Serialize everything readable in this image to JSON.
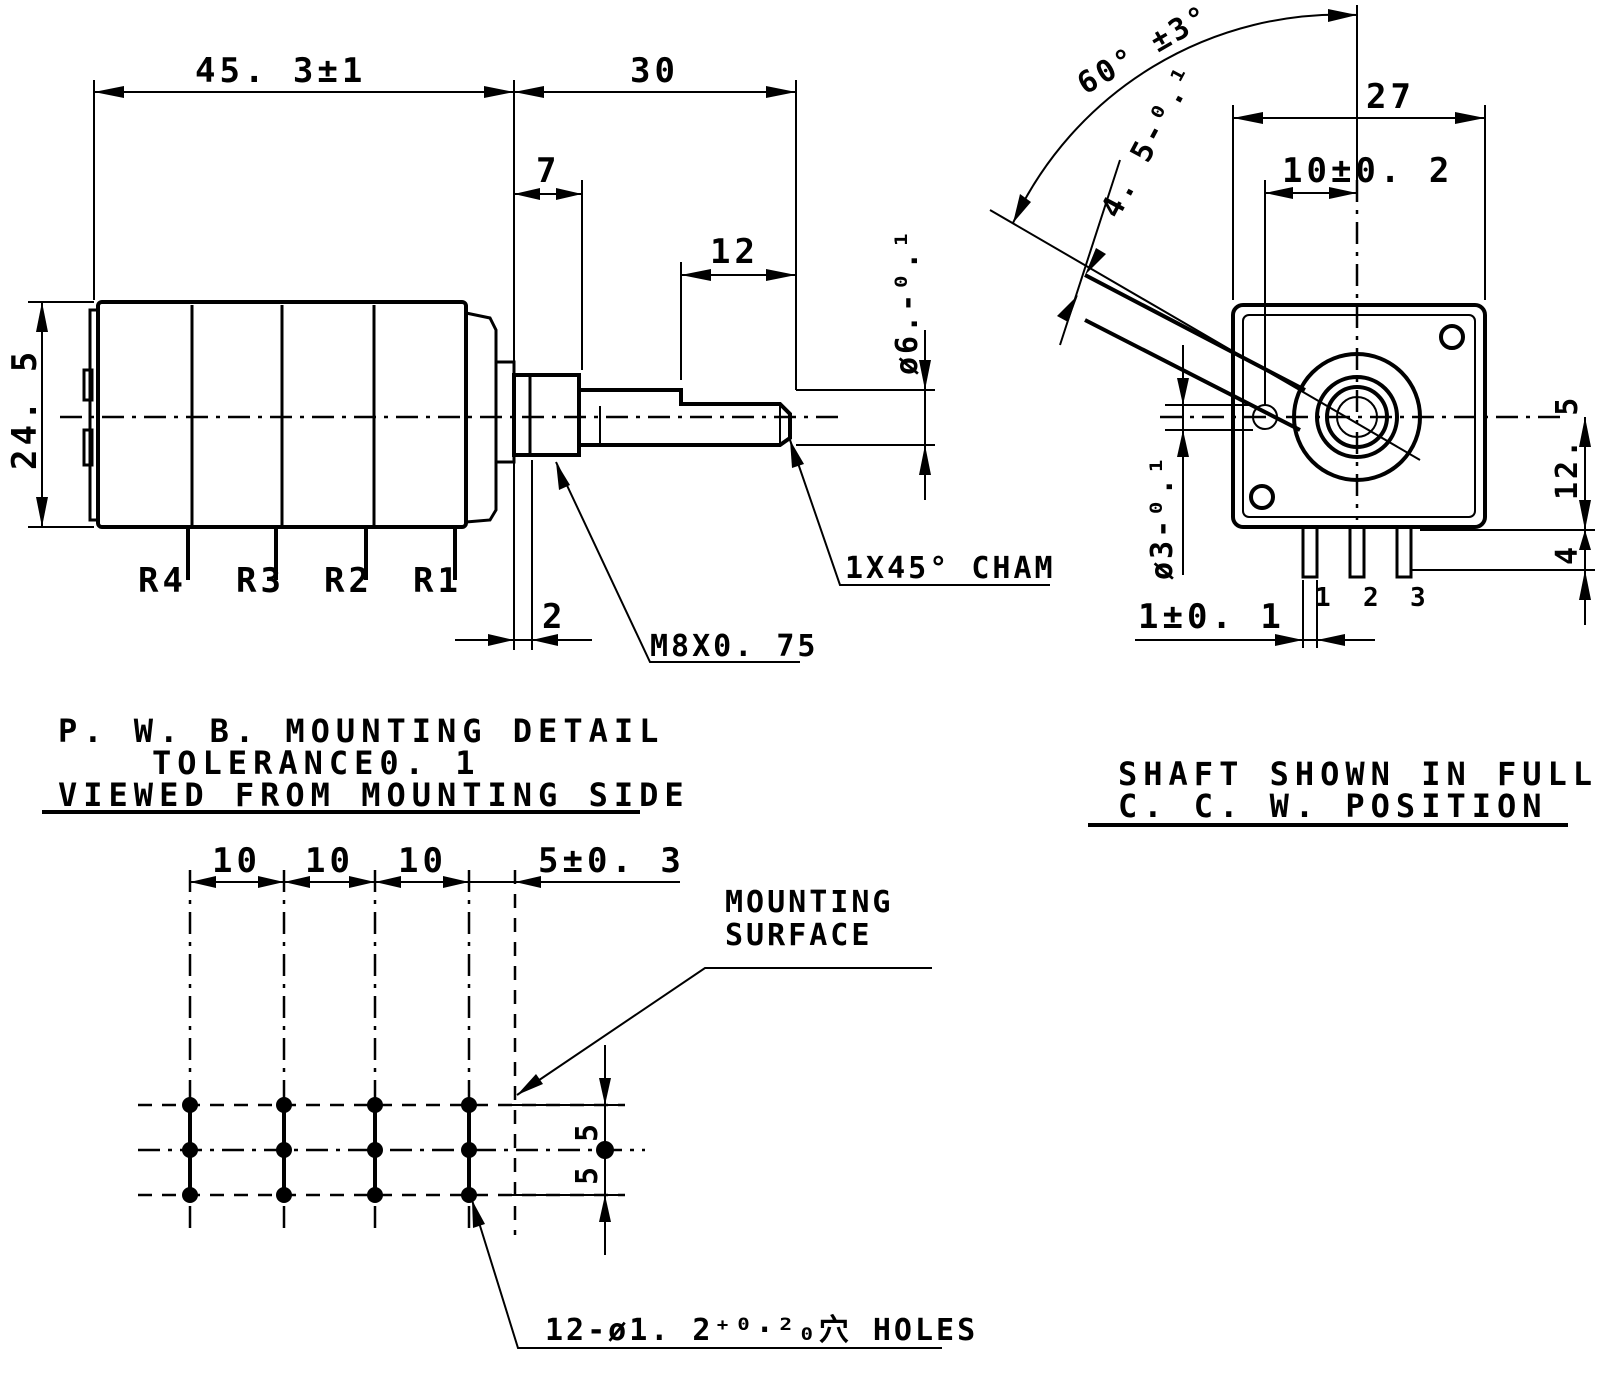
{
  "side_view": {
    "dim_overall_body": "45. 3±1",
    "dim_shaft_length": "30",
    "dim_bushing": "7",
    "dim_flat_length": "12",
    "dim_height": "24. 5",
    "dim_shaft_dia": "ø6.-⁰.¹",
    "dim_washer": "2",
    "label_thread": "M8X0. 75",
    "label_chamfer": "1X45° CHAM",
    "terminals": [
      "R4",
      "R3",
      "R2",
      "R1"
    ]
  },
  "front_view": {
    "dim_angle": "60° ±3°",
    "dim_shaft_flat": "4. 5-⁰.¹",
    "dim_width": "27",
    "dim_center_offset": "10±0. 2",
    "dim_hole_dia": "ø3-⁰.¹",
    "dim_height_center": "12. 5",
    "dim_pin_len": "4",
    "dim_pin_width": "1±0. 1",
    "pin_labels": [
      "1",
      "2",
      "3"
    ]
  },
  "pwb_detail": {
    "title_line1": "P. W. B. MOUNTING DETAIL",
    "title_line2": "TOLERANCE0. 1",
    "title_line3": "VIEWED FROM MOUNTING SIDE",
    "spacings": [
      "10",
      "10",
      "10"
    ],
    "dim_edge": "5±0. 3",
    "dim_row1": "5",
    "dim_row2": "5",
    "label_surface_line1": "MOUNTING",
    "label_surface_line2": "SURFACE",
    "label_holes": "12-ø1. 2⁺⁰·²₀穴 HOLES"
  },
  "shaft_note": {
    "line1": "SHAFT SHOWN IN FULL",
    "line2": "C. C. W.  POSITION"
  }
}
